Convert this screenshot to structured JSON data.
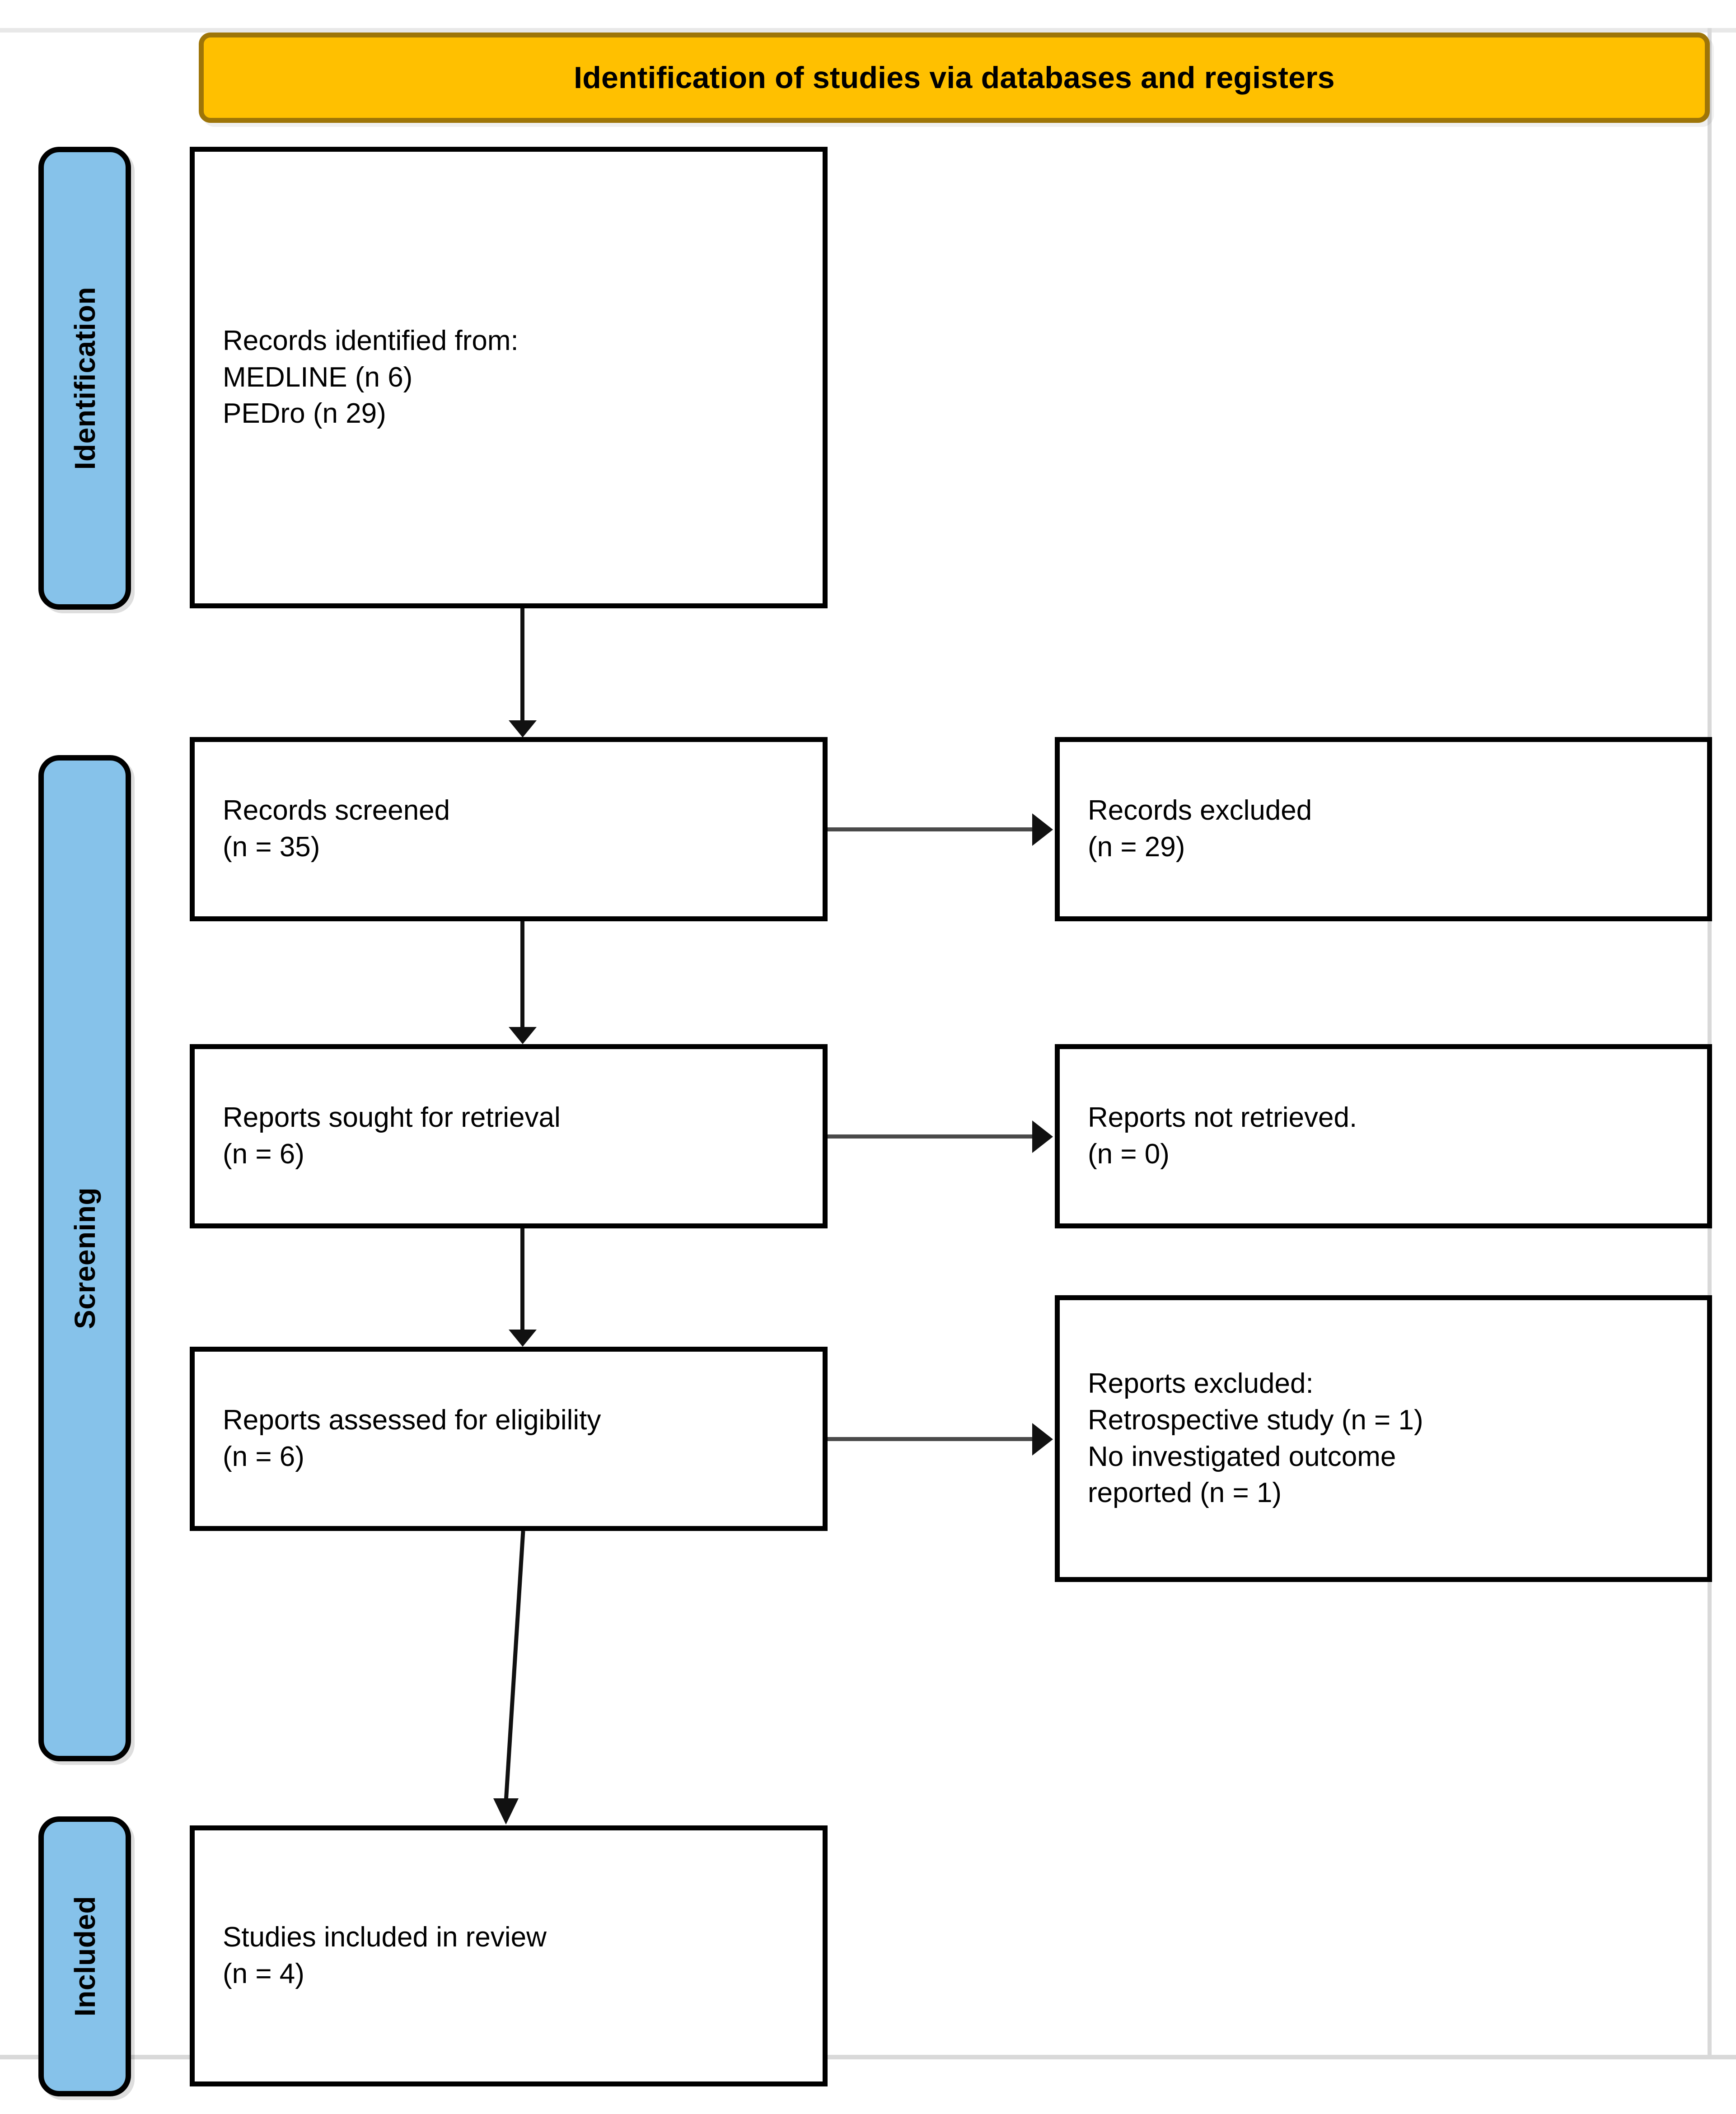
{
  "banner": {
    "title": "Identification of studies via databases and registers",
    "color": "#FFC000",
    "border_color": "#9E7508"
  },
  "colors": {
    "stage_fill": "#86C2EA",
    "stage_border": "#000000",
    "box_border": "#000000",
    "arrow": "#111111",
    "page_background": "#FFFFFF"
  },
  "stages": [
    {
      "id": "identification",
      "label": "Identification"
    },
    {
      "id": "screening",
      "label": "Screening"
    },
    {
      "id": "included",
      "label": "Included"
    }
  ],
  "boxes": {
    "identified": {
      "lines": [
        "Records identified from:",
        "MEDLINE (n 6)",
        "PEDro (n  29)"
      ]
    },
    "screened": {
      "lines": [
        "Records screened",
        "(n = 35)"
      ]
    },
    "records_excluded": {
      "lines": [
        "Records excluded",
        "(n = 29)"
      ]
    },
    "sought": {
      "lines": [
        "Reports sought for retrieval",
        "(n = 6)"
      ]
    },
    "not_retrieved": {
      "lines": [
        "Reports not retrieved.",
        "(n = 0)"
      ]
    },
    "assessed": {
      "lines": [
        "Reports assessed for eligibility",
        "(n = 6)"
      ]
    },
    "reports_excluded": {
      "lines": [
        "Reports excluded:",
        "Retrospective study (n = 1)",
        "No investigated outcome",
        "reported (n = 1)"
      ]
    },
    "included": {
      "lines": [
        "Studies included in review",
        "(n = 4)"
      ]
    }
  },
  "counts": {
    "medline": 6,
    "pedro": 29,
    "records_screened": 35,
    "records_excluded": 29,
    "reports_sought": 6,
    "reports_not_retrieved": 0,
    "reports_assessed": 6,
    "excluded_retrospective": 1,
    "excluded_no_outcome": 1,
    "studies_included": 4
  }
}
